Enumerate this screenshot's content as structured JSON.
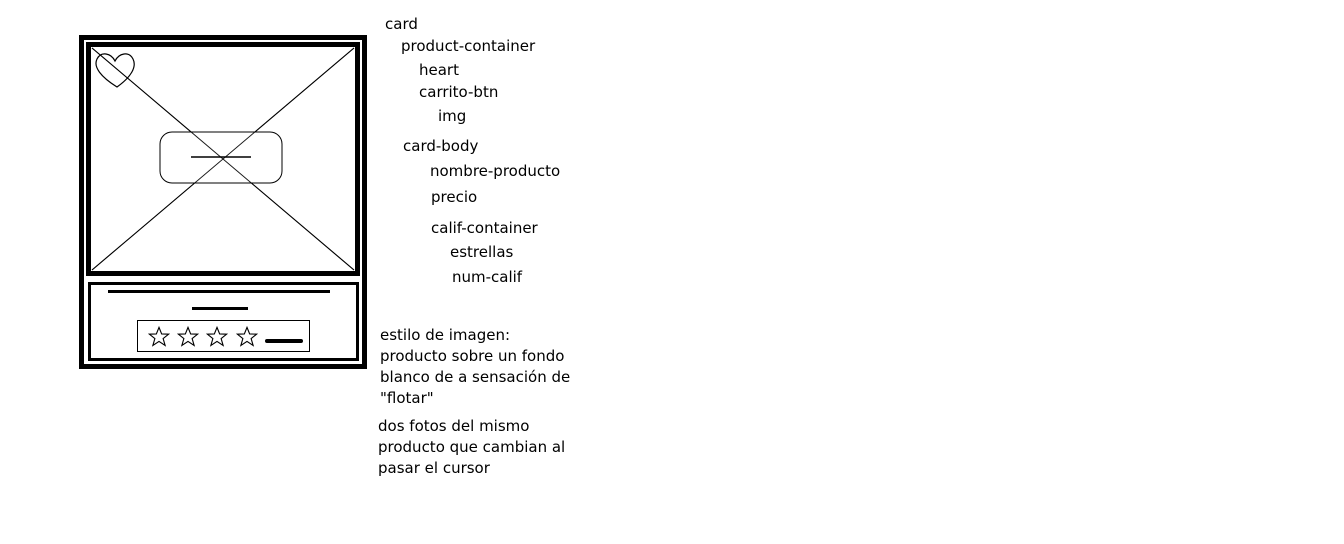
{
  "tree": {
    "card": "card",
    "product_container": "product-container",
    "heart": "heart",
    "carrito_btn": "carrito-btn",
    "img": "img",
    "card_body": "card-body",
    "nombre_producto": "nombre-producto",
    "precio": "precio",
    "calif_container": "calif-container",
    "estrellas": "estrellas",
    "num_calif": "num-calif"
  },
  "notes": {
    "style_lines": [
      "estilo de imagen:",
      "producto sobre un fondo",
      "blanco de a sensación de",
      "\"flotar\""
    ],
    "hover_lines": [
      "dos fotos del mismo",
      "producto que cambian al",
      "pasar el cursor"
    ]
  },
  "wireframe": {
    "stars_filled": 0,
    "stars_shown": 4
  }
}
